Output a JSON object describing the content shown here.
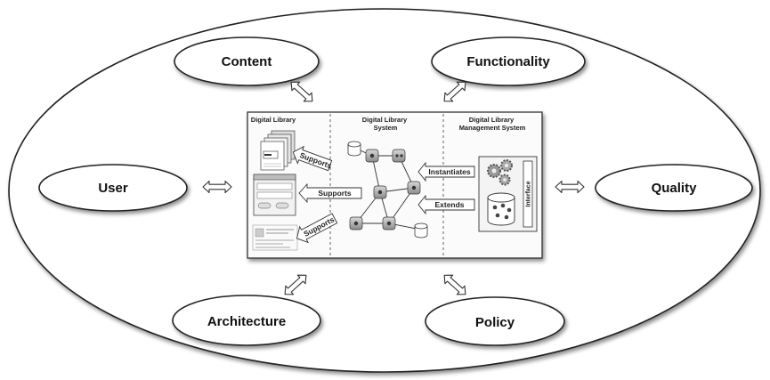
{
  "concepts": {
    "content": "Content",
    "functionality": "Functionality",
    "user": "User",
    "quality": "Quality",
    "architecture": "Architecture",
    "policy": "Policy"
  },
  "panel": {
    "columns": [
      "Digital Library",
      "Digital Library\nSystem",
      "Digital Library\nManagement System"
    ],
    "arrows": {
      "supports_top": "Supports",
      "supports_mid": "Supports",
      "supports_bottom": "Supports",
      "instantiates": "Instantiates",
      "extends": "Extends"
    },
    "interface_label": "Interface"
  },
  "icons": {
    "double_arrow": "double-headed-arrow-icon",
    "documents": "document-stack-icon",
    "window": "application-window-icon",
    "form": "form-sheet-icon",
    "gears": "gears-icon",
    "database": "database-icon"
  }
}
